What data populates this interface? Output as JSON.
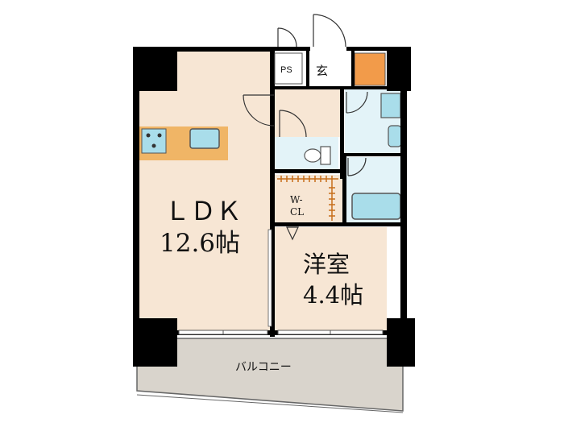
{
  "rooms": {
    "ldk": {
      "name": "ＬＤＫ",
      "size": "12.6帖"
    },
    "bedroom": {
      "name": "洋室",
      "size": "4.4帖"
    },
    "walk_in_closet": {
      "line1": "W-",
      "line2": "CL"
    },
    "pipe_space": "PS",
    "entrance": "玄",
    "balcony": "バルコニー"
  },
  "colors": {
    "floor": "#f7e6d4",
    "wet_area": "#e3f3f8",
    "fixture": "#a9ddea",
    "wall": "#000000",
    "balcony": "#d9d4cc",
    "kitchen_counter": "#f0b566",
    "closet": "#c76f1b",
    "entrance_accent": "#f29b4a"
  }
}
